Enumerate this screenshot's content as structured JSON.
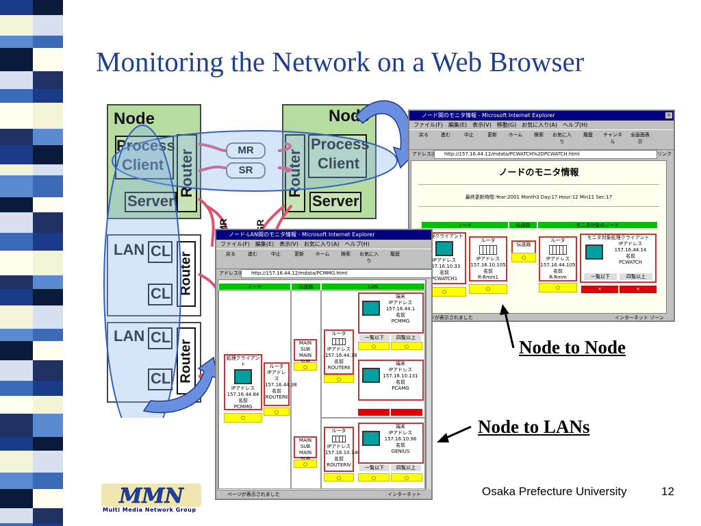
{
  "slide": {
    "title": "Monitoring the Network on a Web Browser",
    "footer": "Osaka Prefecture University",
    "page_number": "12",
    "caption_node_to_node": "Node to Node",
    "caption_node_to_lans": "Node to LANs",
    "logo_text": "MMN",
    "logo_subtitle": "Multi Media Network Group"
  },
  "diagram": {
    "left_node": {
      "title": "Node",
      "process": "Process",
      "client": "Client",
      "server": "Server",
      "router": "Router"
    },
    "right_node": {
      "title": "Node",
      "process": "Process",
      "client": "Client",
      "server": "Server",
      "router": "Router"
    },
    "tunnels": [
      "MR",
      "SR"
    ],
    "vertical_tunnels": [
      "MR",
      "SR"
    ],
    "lan1": {
      "label": "LAN",
      "cl1": "CL",
      "cl2": "CL",
      "router": "Router"
    },
    "lan2": {
      "label": "LAN",
      "cl1": "CL",
      "cl2": "CL",
      "router": "Router"
    }
  },
  "browser_node": {
    "window_title": "ノード間のモニタ情報 - Microsoft Internet Explorer",
    "menu": "ファイル(F)　編集(E)　表示(V)　移動(G)　お気に入り(A)　ヘルプ(H)",
    "toolbar": [
      "戻る",
      "進む",
      "中止",
      "更新",
      "ホーム",
      "検索",
      "お気に入り",
      "履歴",
      "チャンネル",
      "全画面表示"
    ],
    "address_label": "アドレス(D)",
    "address_url": "http://157.16.44.12/mdata/PCWATCH%2DPCWATCH.html",
    "links_label": "リンク",
    "page_heading": "ノードのモニタ情報",
    "last_updated": "最終更新時間:Year:2001 Month3 Day:17 Hour:12 Min11 Sec:17",
    "headers": [
      "ノード",
      "伝送路",
      "モニタ対象のノード"
    ],
    "card_client_title": "処理クライアント",
    "card_client_lines": [
      "IPアドレス",
      "157.16.10.33",
      "名前",
      "PCWATCH1"
    ],
    "card_router1": [
      "ルータ",
      "IPアドレス",
      "157.16.10.105",
      "名前",
      "R-Rmm1"
    ],
    "card_path": "伝送路",
    "card_router2": [
      "ルータ",
      "IPアドレス",
      "157.16.44.105",
      "名前",
      "R-Rmm"
    ],
    "card_target_title": "モニタ対象処理クライアント",
    "card_target_lines": [
      "IPアドレス",
      "157.16.44.14",
      "名前",
      "PCWATCH"
    ],
    "target_buttons": [
      "一覧以下",
      "四覧以上"
    ],
    "button_symbol": "○",
    "red_symbol": "×",
    "status_left": "ページが表示されました",
    "status_right": "インターネット ゾーン"
  },
  "browser_lan": {
    "window_title": "ノード-LAN間のモニタ情報 - Microsoft Internet Explorer",
    "menu": "ファイル(F)　編集(E)　表示(V)　お気に入り(A)　ヘルプ(H)",
    "toolbar": [
      "戻る",
      "進む",
      "中止",
      "更新",
      "ホーム",
      "検索",
      "お気に入り",
      "履歴"
    ],
    "address_label": "アドレス(D)",
    "address_url": "http://157.16.44.12/mdata/PCMMG.html",
    "headers": [
      "ノード",
      "伝送路",
      "LAN"
    ],
    "client_card": [
      "処理クライアント",
      "IPアドレス",
      "157.16.44.84",
      "名前",
      "PCMMG"
    ],
    "router_card": [
      "ルータ",
      "IPアドレス",
      "157.16.44.38",
      "名前",
      "ROUTERⅡ"
    ],
    "path_main": "MAIN",
    "path_sub": "SUB",
    "path_mainsub": "MAIN SUB",
    "lan_router1": [
      "ルータ",
      "IPアドレス",
      "157.16.44.38",
      "名前",
      "ROUTERⅡ"
    ],
    "lan_router2": [
      "ルータ",
      "IPアドレス",
      "157.16.10.148",
      "名前",
      "ROUTERⅣ"
    ],
    "terminal1": [
      "端末",
      "IPアドレス",
      "157.16.44.1",
      "名前",
      "PCMMG"
    ],
    "terminal2": [
      "端末",
      "IPアドレス",
      "157.16.10.131",
      "名前",
      "PCAMG"
    ],
    "terminal3": [
      "端末",
      "IPアドレス",
      "157.16.10.96",
      "名前",
      "GENIUS"
    ],
    "terminal_buttons": [
      "一覧以下",
      "四覧以上"
    ],
    "button_symbol": "○",
    "status_left": "ページが表示されました",
    "status_right": "インターネット"
  }
}
